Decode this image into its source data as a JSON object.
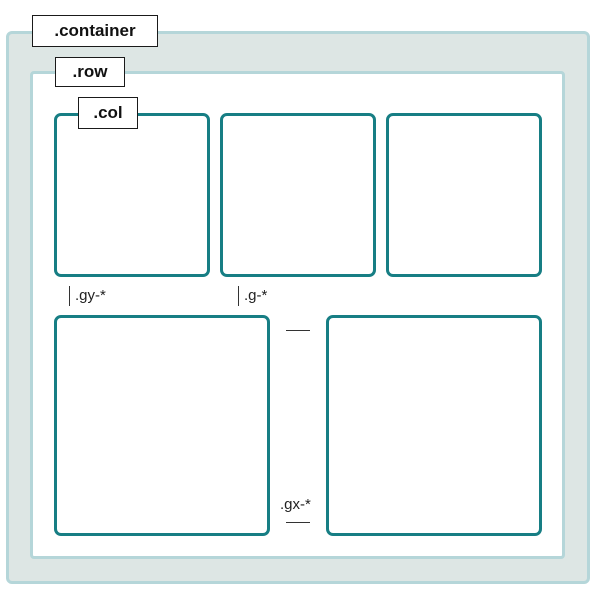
{
  "tags": {
    "container": ".container",
    "row": ".row",
    "col": ".col"
  },
  "gutters": {
    "gy": ".gy-*",
    "g": ".g-*",
    "gx": ".gx-*"
  },
  "colors": {
    "container_fill": "#dde6e4",
    "container_border": "#b5d6d9",
    "column_border": "#177e84"
  }
}
